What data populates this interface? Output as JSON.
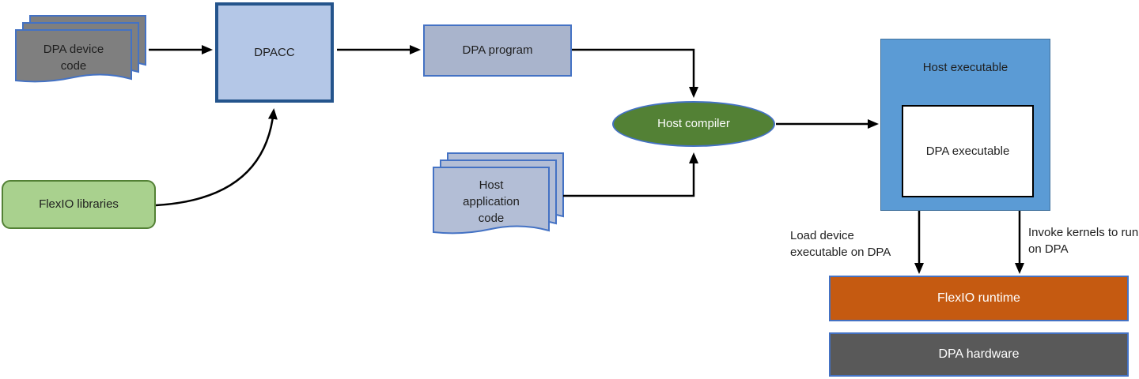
{
  "colors": {
    "doc-gray": "#7f7f7f",
    "doc-blue": "#b3bed6",
    "doc-border": "#4472c4",
    "dpacc-fill": "#b4c7e7",
    "dpacc-border": "#24548c",
    "program-fill": "#a9b4cc",
    "green-dark": "#538135",
    "green-light": "#a9d18e",
    "blue-fill": "#5b9bd5",
    "orange-fill": "#c55a11",
    "hw-gray": "#595959",
    "arrow": "#000000"
  },
  "nodes": {
    "dpa_device_code": {
      "label": "DPA device code",
      "shape": "document-stack"
    },
    "dpacc": {
      "label": "DPACC",
      "shape": "process-box"
    },
    "dpa_program": {
      "label": "DPA program",
      "shape": "process-box"
    },
    "flexio_libraries": {
      "label": "FlexIO libraries",
      "shape": "rounded-rect"
    },
    "host_compiler": {
      "label": "Host compiler",
      "shape": "ellipse"
    },
    "host_application_code": {
      "label": "Host application code",
      "shape": "document-stack"
    },
    "host_executable": {
      "label": "Host executable",
      "shape": "container-box"
    },
    "dpa_executable": {
      "label": "DPA executable",
      "shape": "inner-box"
    },
    "flexio_runtime": {
      "label": "FlexIO runtime",
      "shape": "bar"
    },
    "dpa_hardware": {
      "label": "DPA hardware",
      "shape": "bar"
    }
  },
  "annotations": {
    "load": {
      "label": "Load device executable on DPA"
    },
    "invoke": {
      "label": "Invoke kernels to run on DPA"
    }
  },
  "edges": [
    "dpa_device_code -> dpacc",
    "dpacc -> dpa_program",
    "dpa_program -> host_compiler",
    "flexio_libraries -> dpacc (curved)",
    "host_application_code -> host_compiler",
    "host_compiler -> host_executable",
    "host_executable -> flexio_runtime (load)",
    "host_executable -> flexio_runtime (invoke)"
  ]
}
